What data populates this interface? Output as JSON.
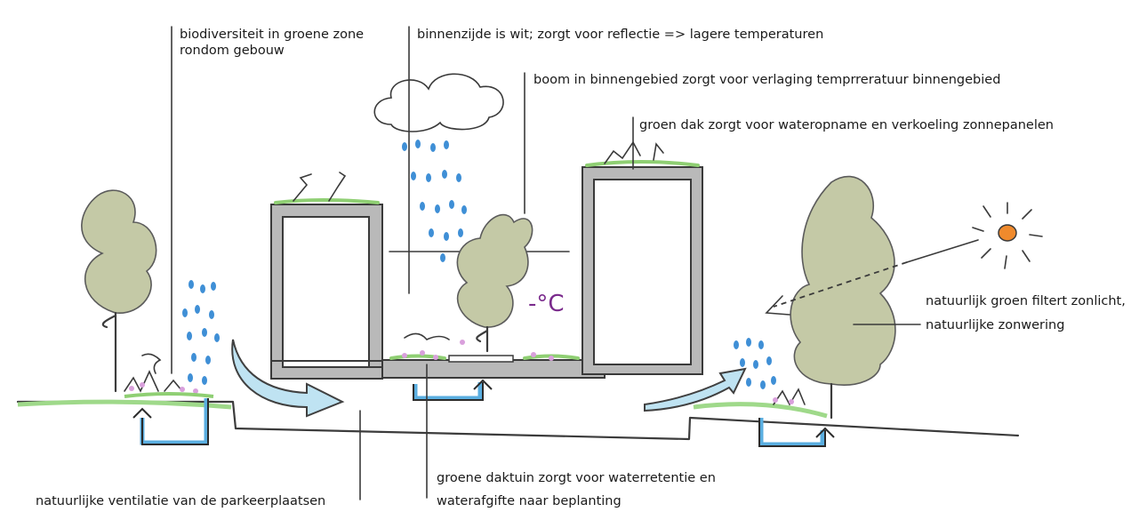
{
  "labels": {
    "biodiversity": [
      "biodiversiteit in groene zone",
      "rondom gebouw"
    ],
    "inner_white": "binnenzijde is wit; zorgt voor reflectie => lagere temperaturen",
    "tree_inner": "boom in binnengebied zorgt voor verlaging temprreratuur binnengebied",
    "green_roof": "groen dak zorgt voor wateropname en verkoeling zonnepanelen",
    "natural_filter": [
      "natuurlijk groen filtert zonlicht,",
      "natuurlijke zonwering"
    ],
    "ventilation": "natuurlijke ventilatie van de parkeerplaatsen",
    "roof_garden": [
      "groene daktuin zorgt voor waterretentie en",
      "waterafgifte naar beplanting"
    ],
    "temperature_mark": "-°C"
  },
  "colors": {
    "wall": "#b9b9b9",
    "tree": "#c4c9a6",
    "rain": "#3f8fd6",
    "green": "#8fcf73",
    "water_flow": "#bfe3f2",
    "sun": "#f08a2c"
  }
}
